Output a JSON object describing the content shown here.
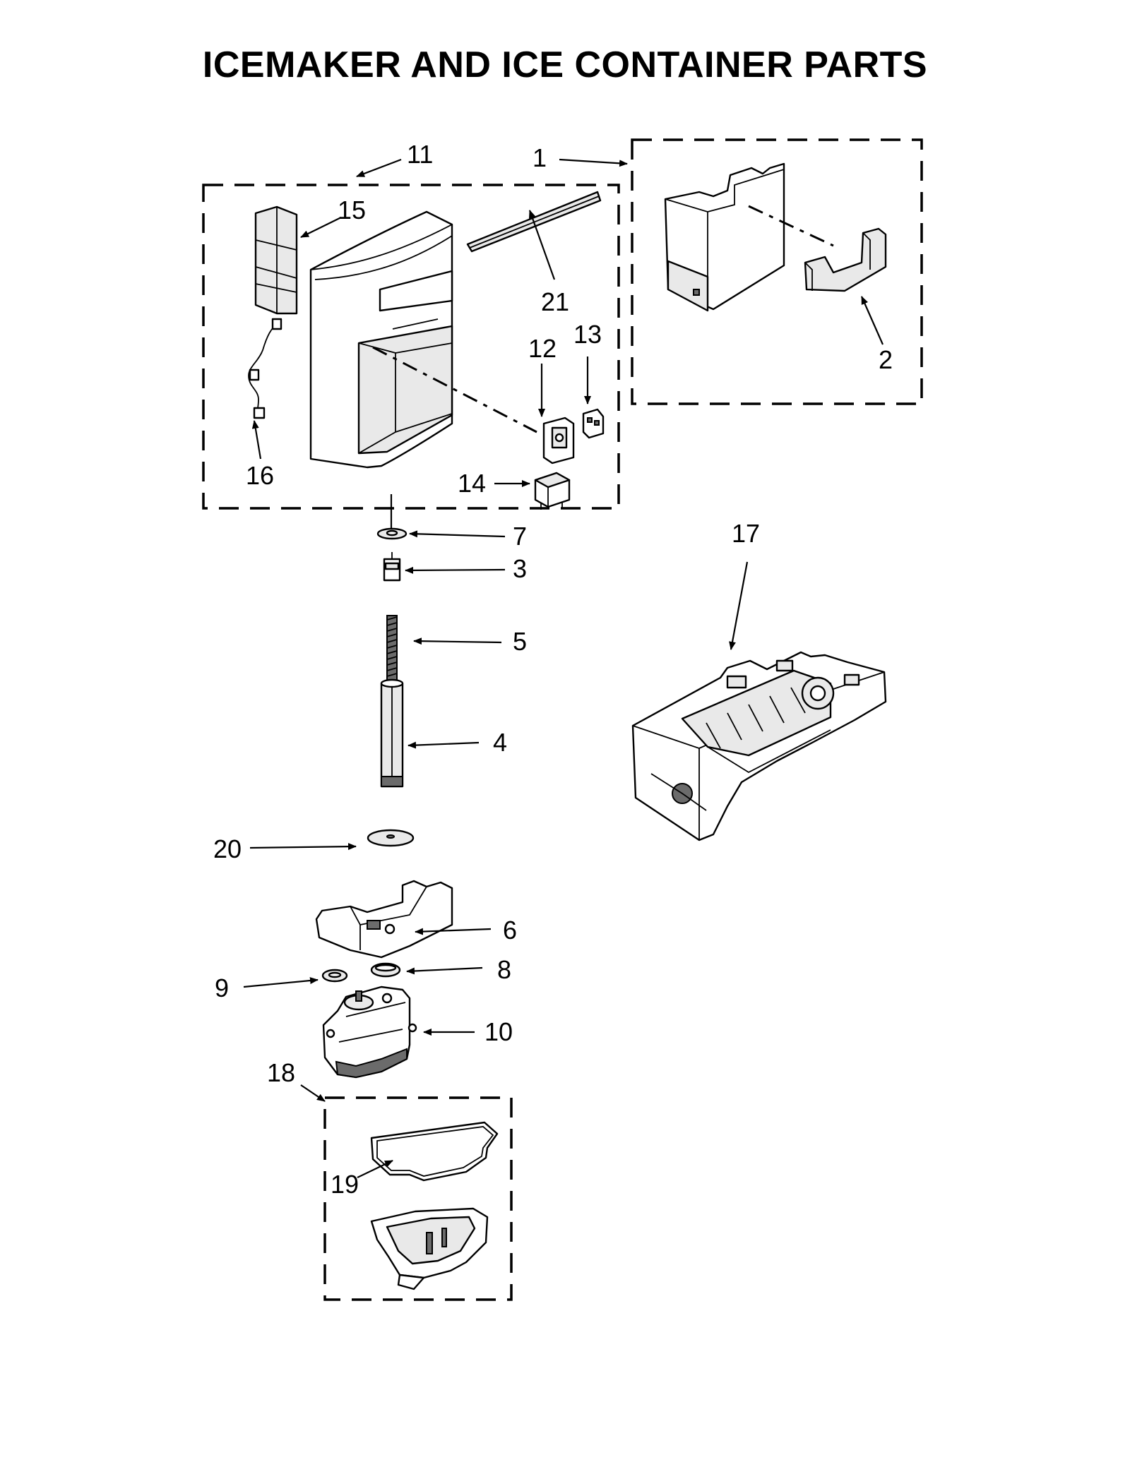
{
  "title": "ICEMAKER AND ICE CONTAINER PARTS",
  "callouts": {
    "c1": "1",
    "c2": "2",
    "c3": "3",
    "c4": "4",
    "c5": "5",
    "c6": "6",
    "c7": "7",
    "c8": "8",
    "c9": "9",
    "c10": "10",
    "c11": "11",
    "c12": "12",
    "c13": "13",
    "c14": "14",
    "c15": "15",
    "c16": "16",
    "c17": "17",
    "c18": "18",
    "c19": "19",
    "c20": "20",
    "c21": "21"
  },
  "parts": [
    {
      "ref": "1",
      "depicts": "ice container"
    },
    {
      "ref": "2",
      "depicts": "container insert"
    },
    {
      "ref": "3",
      "depicts": "coupling"
    },
    {
      "ref": "4",
      "depicts": "auger shaft"
    },
    {
      "ref": "5",
      "depicts": "threaded rod"
    },
    {
      "ref": "6",
      "depicts": "motor mount bracket"
    },
    {
      "ref": "7",
      "depicts": "washer"
    },
    {
      "ref": "8",
      "depicts": "bushing"
    },
    {
      "ref": "9",
      "depicts": "washer"
    },
    {
      "ref": "10",
      "depicts": "auger motor"
    },
    {
      "ref": "11",
      "depicts": "icemaker housing assembly"
    },
    {
      "ref": "12",
      "depicts": "switch plate"
    },
    {
      "ref": "13",
      "depicts": "switch"
    },
    {
      "ref": "14",
      "depicts": "relay"
    },
    {
      "ref": "15",
      "depicts": "cover panel"
    },
    {
      "ref": "16",
      "depicts": "wire harness"
    },
    {
      "ref": "17",
      "depicts": "icemaker"
    },
    {
      "ref": "18",
      "depicts": "housing assembly"
    },
    {
      "ref": "19",
      "depicts": "gasket"
    },
    {
      "ref": "20",
      "depicts": "washer"
    },
    {
      "ref": "21",
      "depicts": "seal strip"
    }
  ]
}
